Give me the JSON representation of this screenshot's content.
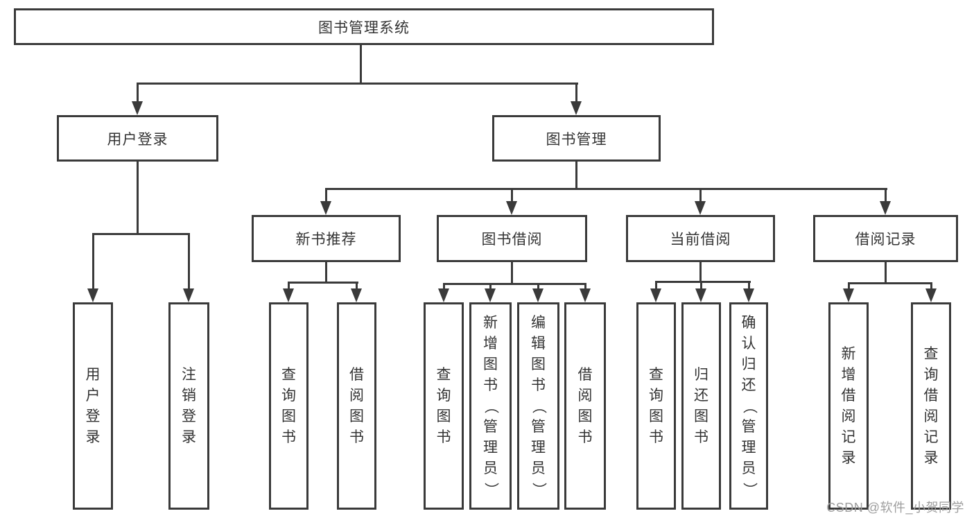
{
  "diagram_title": "图书管理系统",
  "watermark": "CSDN @软件_小贺同学",
  "colors": {
    "line": "#3a3a3a",
    "text": "#333333",
    "watermark": "#9e9e9e",
    "background": "#ffffff"
  },
  "tree": {
    "root": {
      "label": "图书管理系统"
    },
    "branches": [
      {
        "label": "用户登录",
        "children": [
          "用户登录",
          "注销登录"
        ]
      },
      {
        "label": "图书管理",
        "sections": [
          {
            "label": "新书推荐",
            "children": [
              "查询图书",
              "借阅图书"
            ]
          },
          {
            "label": "图书借阅",
            "children": [
              "查询图书",
              "新增图书（管理员）",
              "编辑图书（管理员）",
              "借阅图书"
            ]
          },
          {
            "label": "当前借阅",
            "children": [
              "查询图书",
              "归还图书",
              "确认归还（管理员）"
            ]
          },
          {
            "label": "借阅记录",
            "children": [
              "新增借阅记录",
              "查询借阅记录"
            ]
          }
        ]
      }
    ]
  }
}
